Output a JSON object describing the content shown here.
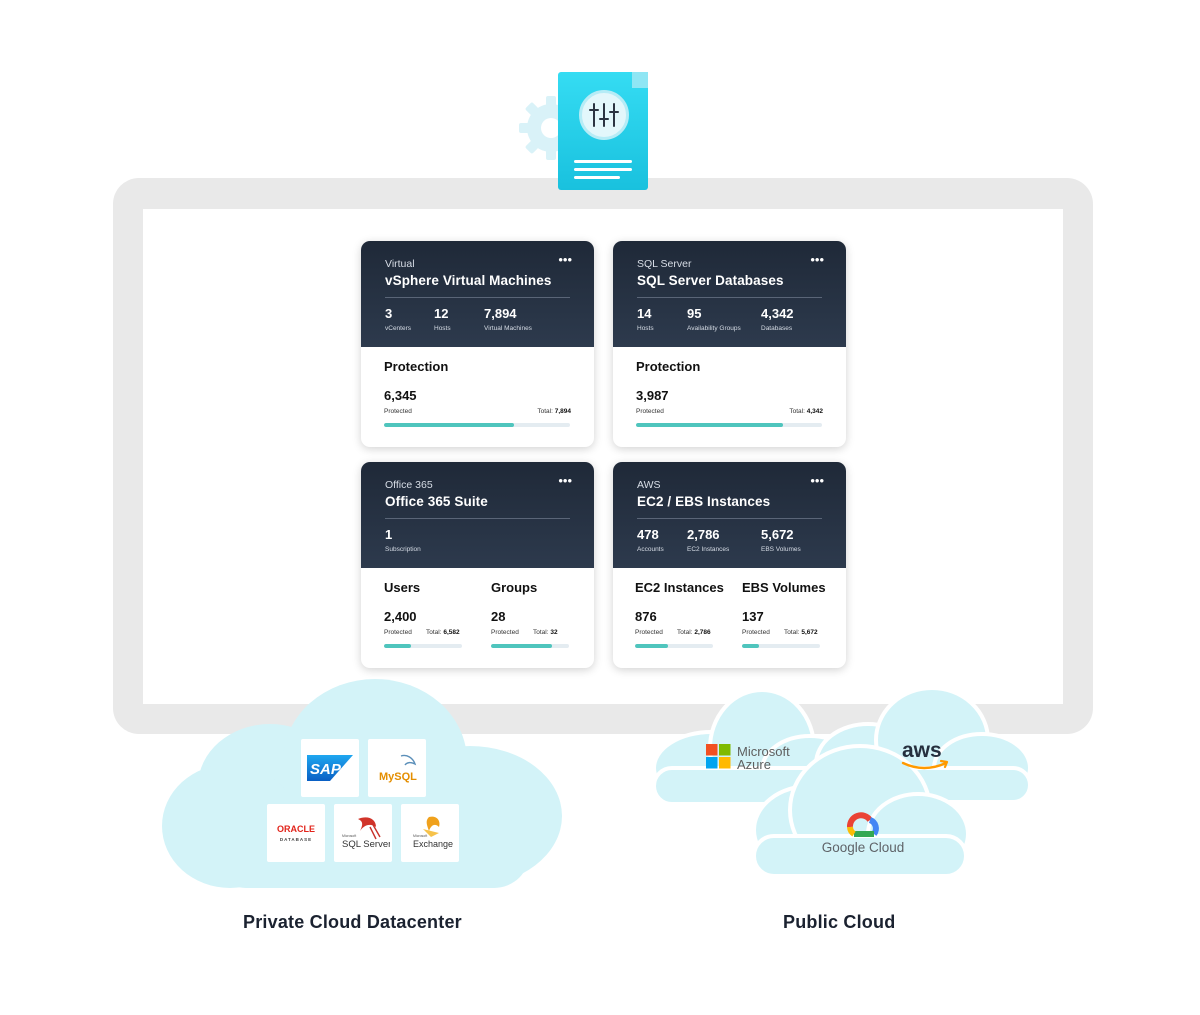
{
  "colors": {
    "card_header_dark": "#1f2938",
    "progress_fill": "#4fc5bd",
    "progress_track": "#e4ecf1",
    "cloud_fill": "#d3f3f8",
    "doc_accent": "#19c1de",
    "monitor_frame": "#e9e9e9"
  },
  "header_icon": {
    "name": "config-document-icon",
    "gear": "gear-icon",
    "sliders": "sliders-icon"
  },
  "cards": [
    {
      "subtitle": "Virtual",
      "title": "vSphere Virtual Machines",
      "menu": "•••",
      "stats": [
        {
          "value": "3",
          "label": "vCenters"
        },
        {
          "value": "12",
          "label": "Hosts"
        },
        {
          "value": "7,894",
          "label": "Virtual Machines"
        }
      ],
      "sections": [
        {
          "title": "Protection",
          "value": "6,345",
          "protected_label": "Protected",
          "total_label": "Total:",
          "total": "7,894",
          "fraction": 0.7
        }
      ]
    },
    {
      "subtitle": "SQL Server",
      "title": "SQL Server Databases",
      "menu": "•••",
      "stats": [
        {
          "value": "14",
          "label": "Hosts"
        },
        {
          "value": "95",
          "label": "Availability Groups"
        },
        {
          "value": "4,342",
          "label": "Databases"
        }
      ],
      "sections": [
        {
          "title": "Protection",
          "value": "3,987",
          "protected_label": "Protected",
          "total_label": "Total:",
          "total": "4,342",
          "fraction": 0.79
        }
      ]
    },
    {
      "subtitle": "Office 365",
      "title": "Office 365 Suite",
      "menu": "•••",
      "stats": [
        {
          "value": "1",
          "label": "Subscription"
        }
      ],
      "sections": [
        {
          "title": "Users",
          "value": "2,400",
          "protected_label": "Protected",
          "total_label": "Total:",
          "total": "6,582",
          "fraction": 0.35
        },
        {
          "title": "Groups",
          "value": "28",
          "protected_label": "Protected",
          "total_label": "Total:",
          "total": "32",
          "fraction": 0.78
        }
      ]
    },
    {
      "subtitle": "AWS",
      "title": "EC2 / EBS Instances",
      "menu": "•••",
      "stats": [
        {
          "value": "478",
          "label": "Accounts"
        },
        {
          "value": "2,786",
          "label": "EC2 Instances"
        },
        {
          "value": "5,672",
          "label": "EBS Volumes"
        }
      ],
      "sections": [
        {
          "title": "EC2 Instances",
          "value": "876",
          "protected_label": "Protected",
          "total_label": "Total:",
          "total": "2,786",
          "fraction": 0.42
        },
        {
          "title": "EBS Volumes",
          "value": "137",
          "protected_label": "Protected",
          "total_label": "Total:",
          "total": "5,672",
          "fraction": 0.22
        }
      ]
    }
  ],
  "private_cloud": {
    "caption": "Private Cloud Datacenter",
    "logos": [
      {
        "name": "sap-logo",
        "text": "SAP"
      },
      {
        "name": "mysql-logo",
        "text": "MySQL"
      },
      {
        "name": "oracle-logo",
        "text": "ORACLE",
        "subtext": "DATABASE"
      },
      {
        "name": "sql-server-logo",
        "text": "SQL Server",
        "subtext": "Microsoft"
      },
      {
        "name": "exchange-logo",
        "text": "Exchange",
        "subtext": "Microsoft"
      }
    ]
  },
  "public_cloud": {
    "caption": "Public Cloud",
    "logos": [
      {
        "name": "microsoft-azure-logo",
        "line1": "Microsoft",
        "line2": "Azure"
      },
      {
        "name": "aws-logo",
        "text": "aws"
      },
      {
        "name": "google-cloud-logo",
        "text": "Google Cloud"
      }
    ]
  }
}
